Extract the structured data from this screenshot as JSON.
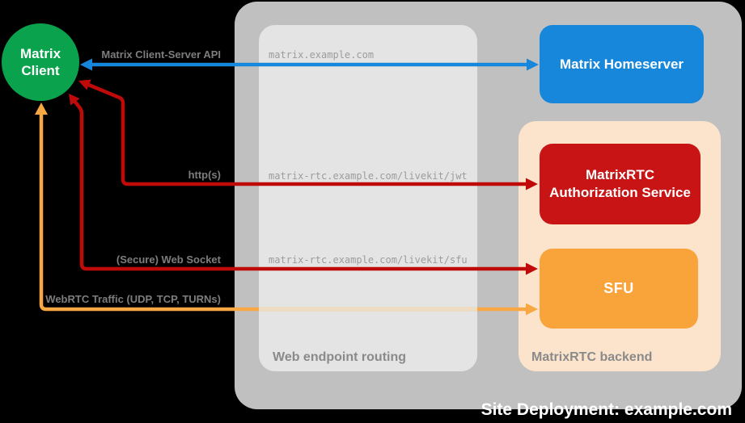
{
  "colors": {
    "background": "#000000",
    "container_gray": "#C0C0C0",
    "routing_box_gray": "#E4E4E4",
    "backend_peach": "#FBE4CB",
    "client_green": "#0AA24C",
    "homeserver_blue": "#1787DC",
    "auth_red": "#C81414",
    "sfu_orange": "#F9A33B",
    "white": "#FFFFFF"
  },
  "client": {
    "label": "Matrix\nClient"
  },
  "homeserver": {
    "label": "Matrix Homeserver"
  },
  "backend": {
    "label": "MatrixRTC backend",
    "auth_label": "MatrixRTC Authorization Service",
    "sfu_label": "SFU"
  },
  "routing": {
    "label": "Web endpoint routing",
    "endpoints": [
      "matrix.example.com",
      "matrix-rtc.example.com/livekit/jwt",
      "matrix-rtc.example.com/livekit/sfu"
    ]
  },
  "deployment": {
    "label": "Site Deployment: example.com"
  },
  "arrows": {
    "csapi": {
      "label": "Matrix Client-Server API",
      "color": "#1787DC"
    },
    "http": {
      "label": "http(s)",
      "color": "#C00A0A"
    },
    "websocket": {
      "label": "(Secure) Web Socket",
      "color": "#C00A0A"
    },
    "webrtc": {
      "label": "WebRTC Traffic (UDP, TCP, TURNs)",
      "color": "#F8A843",
      "faded_color": "#EEDDC2"
    }
  }
}
